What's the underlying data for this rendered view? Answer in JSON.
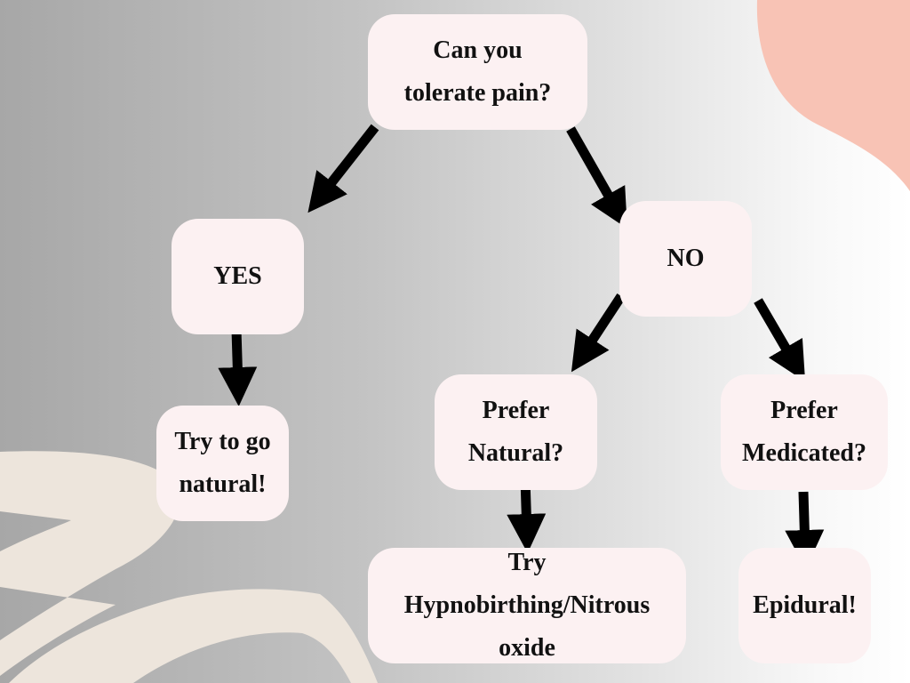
{
  "diagram": {
    "type": "flowchart",
    "colors": {
      "node_fill": "#fcf1f2",
      "arrow": "#000000",
      "deco_pink": "#f8c3b5",
      "deco_cream": "#ede5dc"
    },
    "nodes": {
      "question_pain": "Can you\ntolerate pain?",
      "yes": "YES",
      "no": "NO",
      "try_natural": "Try to go\nnatural!",
      "prefer_natural": "Prefer\nNatural?",
      "prefer_medicated": "Prefer\nMedicated?",
      "hypnobirthing": "Try\nHypnobirthing/Nitrous\noxide",
      "epidural": "Epidural!"
    },
    "edges": [
      {
        "from": "question_pain",
        "to": "yes"
      },
      {
        "from": "question_pain",
        "to": "no"
      },
      {
        "from": "yes",
        "to": "try_natural"
      },
      {
        "from": "no",
        "to": "prefer_natural"
      },
      {
        "from": "no",
        "to": "prefer_medicated"
      },
      {
        "from": "prefer_natural",
        "to": "hypnobirthing"
      },
      {
        "from": "prefer_medicated",
        "to": "epidural"
      }
    ]
  }
}
